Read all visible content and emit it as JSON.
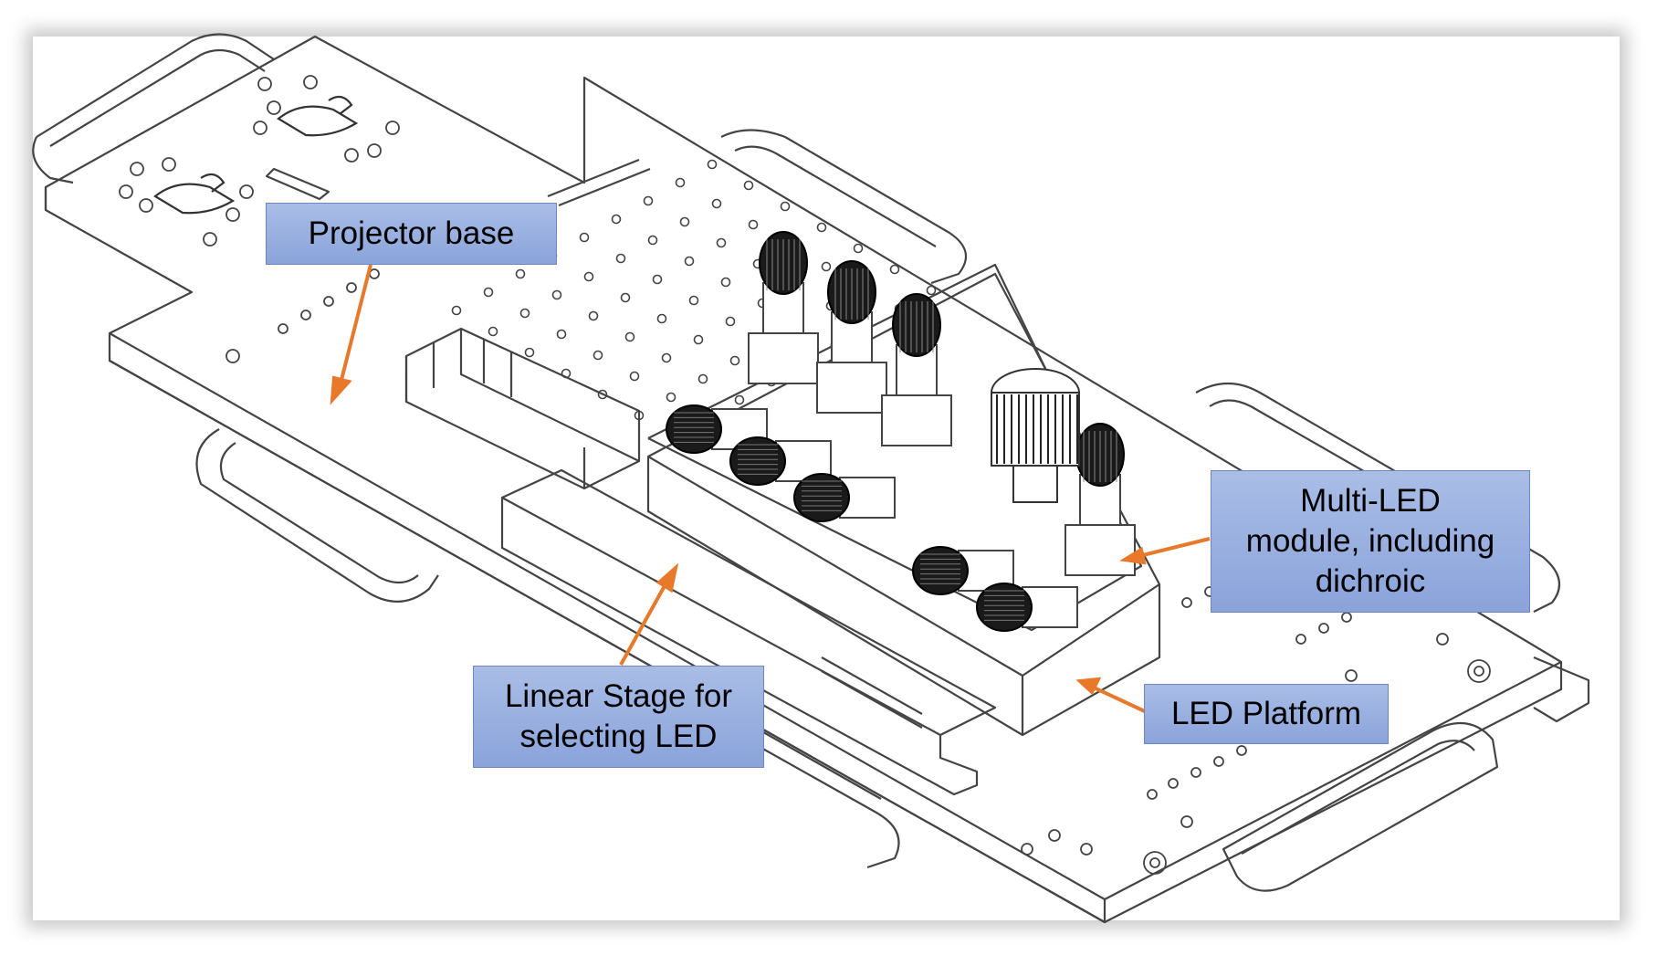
{
  "labels": {
    "projector_base": "Projector base",
    "multi_led_module": "Multi-LED\nmodule, including\ndichroic",
    "linear_stage": "Linear Stage for\nselecting LED",
    "led_platform": "LED Platform"
  },
  "colors": {
    "callout_fill": "#97aee0",
    "callout_border": "#6e86c4",
    "arrow": "#e8782a",
    "line": "#444444",
    "knob": "#1a1a1a"
  }
}
